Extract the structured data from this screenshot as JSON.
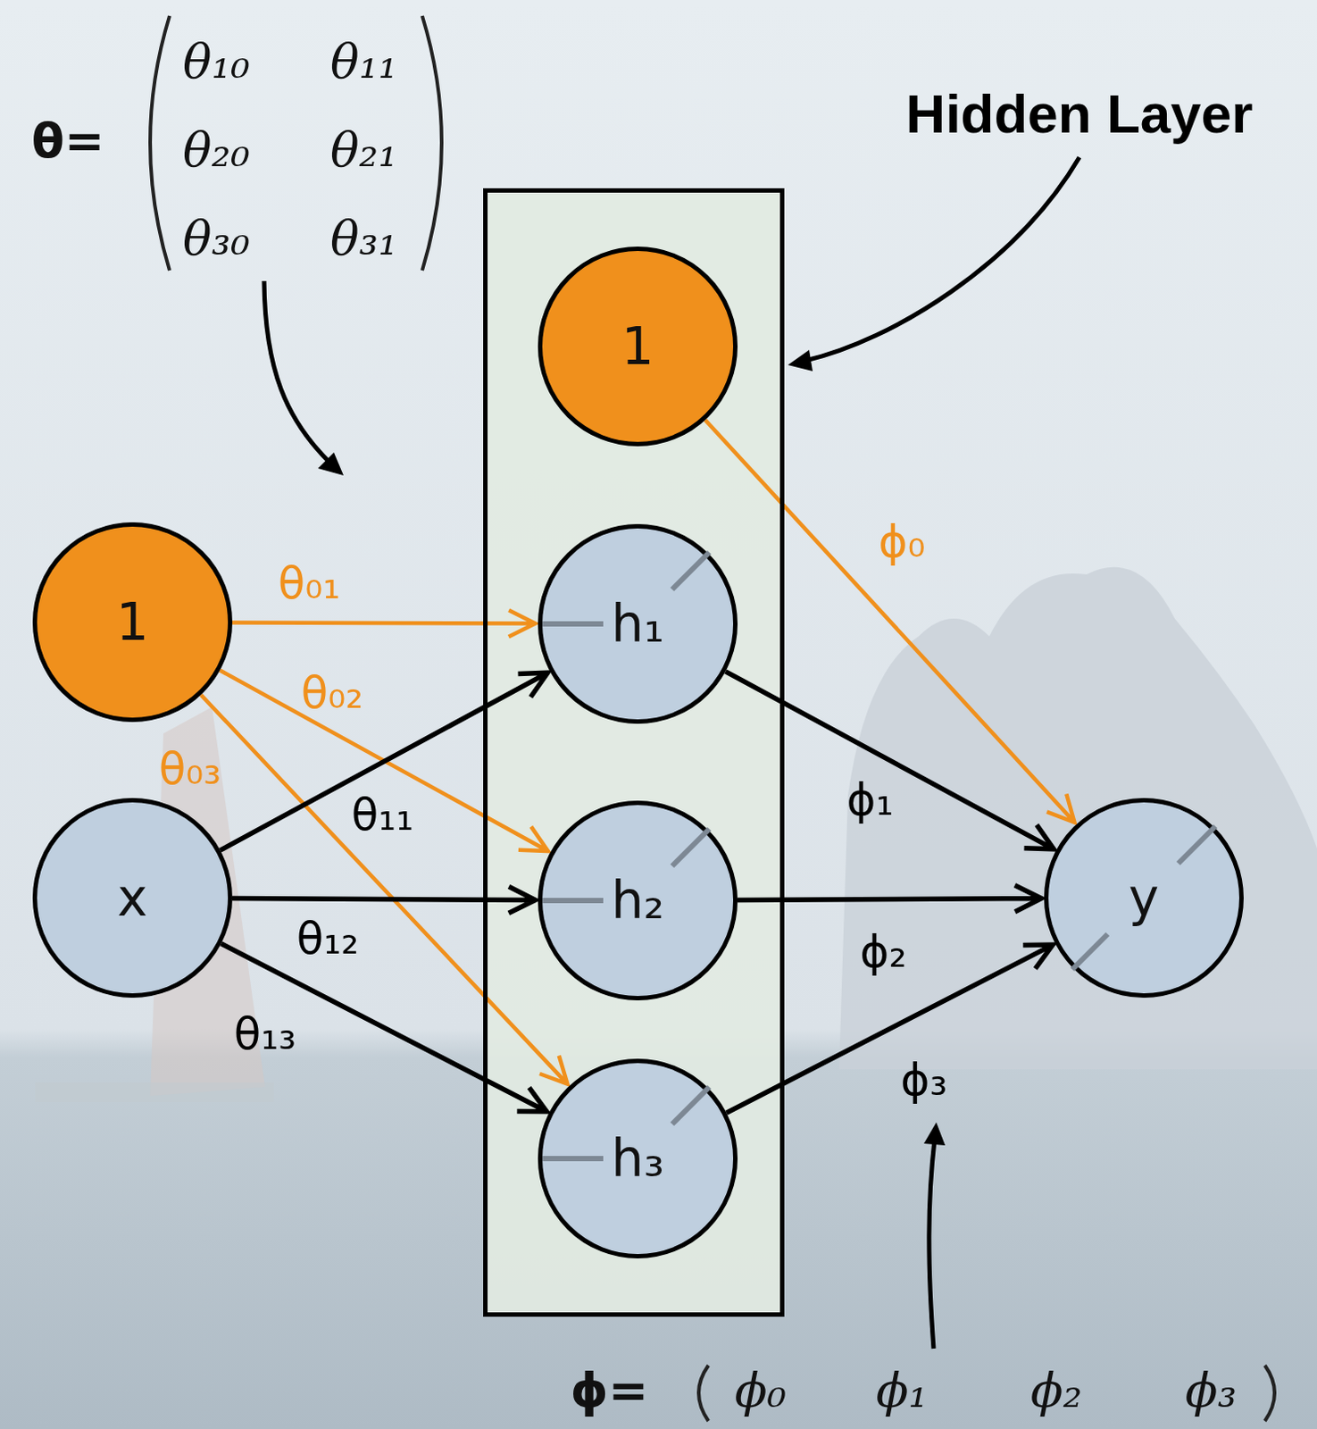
{
  "diagram": {
    "nodes": [
      {
        "text": [
          "Hidden Layer"
        ]
      },
      {
        "text": [
          "1"
        ],
        "in": 0
      },
      {
        "text": [
          "h₁"
        ],
        "in": 0
      },
      {
        "text": [
          "h₂"
        ],
        "in": 0
      },
      {
        "text": [
          "h₃"
        ],
        "in": 0
      },
      {
        "text": [
          "1"
        ]
      },
      {
        "text": [
          "x"
        ]
      },
      {
        "text": [
          "y"
        ]
      }
    ],
    "edges": [
      {
        "from": 5,
        "to": 2,
        "arrow": "to",
        "label": "θ₀₁"
      },
      {
        "from": 5,
        "to": 3,
        "arrow": "to",
        "label": "θ₀₂"
      },
      {
        "from": 5,
        "to": 4,
        "arrow": "to",
        "label": "θ₀₃"
      },
      {
        "from": 6,
        "to": 2,
        "arrow": "to",
        "label": "θ₁₁"
      },
      {
        "from": 6,
        "to": 3,
        "arrow": "to",
        "label": "θ₁₂"
      },
      {
        "from": 6,
        "to": 4,
        "arrow": "to",
        "label": "θ₁₃"
      },
      {
        "from": 1,
        "to": 7,
        "arrow": "to",
        "label": "ϕ₀"
      },
      {
        "from": 2,
        "to": 7,
        "arrow": "to",
        "label": "ϕ₁"
      },
      {
        "from": 3,
        "to": 7,
        "arrow": "to",
        "label": "ϕ₂"
      },
      {
        "from": 4,
        "to": 7,
        "arrow": "to",
        "label": "ϕ₃"
      }
    ],
    "labels": [
      "θ=",
      "θ₁₀",
      "θ₁₁",
      "θ₂₀",
      "θ₂₁",
      "θ₃₀",
      "θ₃₁",
      "ϕ=",
      "ϕ₀",
      "ϕ₁",
      "ϕ₂",
      "ϕ₃"
    ]
  }
}
